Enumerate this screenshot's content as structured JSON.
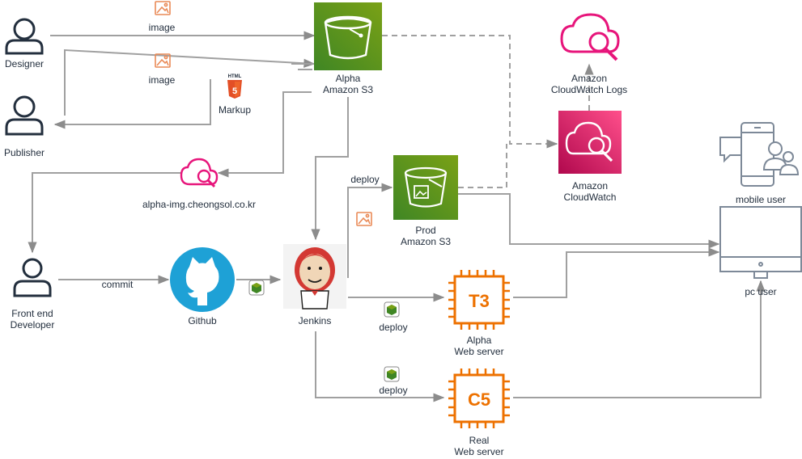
{
  "nodes": {
    "designer": {
      "label": "Designer"
    },
    "publisher": {
      "label": "Publisher"
    },
    "frontend": {
      "line1": "Front end",
      "line2": "Developer"
    },
    "alpha_s3": {
      "line1": "Alpha",
      "line2": "Amazon S3"
    },
    "prod_s3": {
      "line1": "Prod",
      "line2": "Amazon S3"
    },
    "cw_logs": {
      "line1": "Amazon",
      "line2": "CloudWatch Logs"
    },
    "cloudwatch": {
      "line1": "Amazon",
      "line2": "CloudWatch"
    },
    "alpha_img": {
      "label": "alpha-img.cheongsol.co.kr"
    },
    "github": {
      "label": "Github"
    },
    "jenkins": {
      "label": "Jenkins"
    },
    "t3": {
      "text": "T3",
      "line1": "Alpha",
      "line2": "Web server"
    },
    "c5": {
      "text": "C5",
      "line1": "Real",
      "line2": "Web server"
    },
    "mobile_user": {
      "label": "mobile user"
    },
    "pc_user": {
      "label": "pc user"
    }
  },
  "edges": {
    "image1": "image",
    "image2": "image",
    "markup": "Markup",
    "html_badge": "HTML",
    "commit": "commit",
    "deploy_prod": "deploy",
    "deploy_t3": "deploy",
    "deploy_c5": "deploy"
  },
  "colors": {
    "s3_green_top": "#7aa116",
    "s3_green_bottom": "#3f8624",
    "cloudwatch_pink": "#e7157b",
    "ec2_orange": "#ed7100",
    "github_blue": "#1ea1d6",
    "connector_gray": "#a0a0a0",
    "user_dark": "#232f3e"
  },
  "icons": {
    "designer": "user-icon",
    "publisher": "user-icon",
    "frontend": "user-icon",
    "alpha_s3": "s3-bucket-icon",
    "prod_s3": "s3-bucket-image-icon",
    "cw_logs": "cloud-search-icon",
    "cloudwatch": "cloudwatch-icon",
    "alpha_img": "cloud-search-icon",
    "github": "github-icon",
    "jenkins": "jenkins-icon",
    "t3": "ec2-instance-icon",
    "c5": "ec2-instance-icon",
    "mobile_user": "mobile-user-icon",
    "pc_user": "desktop-monitor-icon"
  }
}
